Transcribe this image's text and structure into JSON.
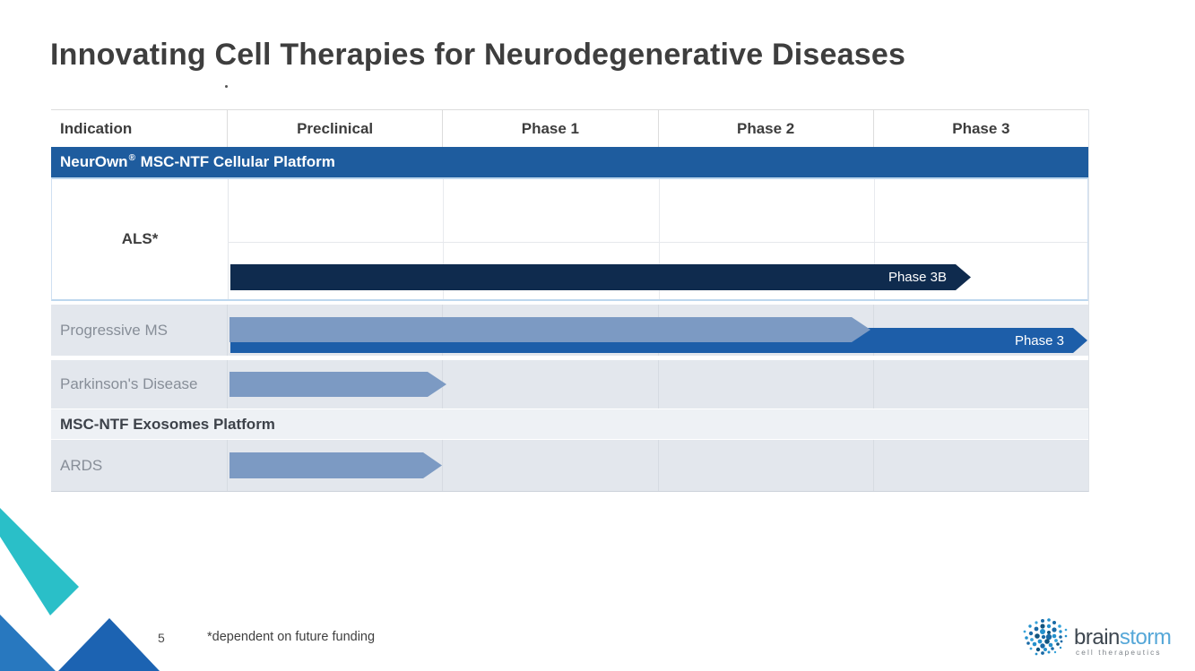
{
  "slide": {
    "title": "Innovating Cell Therapies for Neurodegenerative Diseases",
    "page_number": "5",
    "footnote": "*dependent on future funding"
  },
  "pipeline": {
    "columns": [
      "Indication",
      "Preclinical",
      "Phase 1",
      "Phase 2",
      "Phase 3"
    ],
    "platform_cellular": {
      "prefix": "NeurOwn",
      "reg": "®",
      "suffix": " MSC-NTF Cellular Platform"
    },
    "rows": {
      "als": {
        "label": "ALS*"
      },
      "progressive_ms": {
        "label": "Progressive MS"
      },
      "parkinsons": {
        "label": "Parkinson's Disease"
      },
      "platform_exosomes": {
        "label": "MSC-NTF Exosomes Platform"
      },
      "ards": {
        "label": "ARDS"
      }
    },
    "arrows": {
      "als_phase3b": {
        "label": "Phase 3B",
        "end_units": 3.45,
        "color": "#0f2b4e"
      },
      "als_phase3": {
        "label": "Phase 3",
        "end_units": 3.99,
        "color": "#1d5ea9"
      },
      "progressive_ms": {
        "end_units": 2.99,
        "color": "#7c9ac3"
      },
      "parkinsons": {
        "end_units": 1.02,
        "color": "#7c9ac3"
      },
      "ards": {
        "end_units": 1.0,
        "color": "#7c9ac3"
      }
    }
  },
  "logo": {
    "brand_part1": "brain",
    "brand_part2": "storm",
    "tagline": "cell therapeutics"
  },
  "colors": {
    "platform_band": "#1e5c9e",
    "dark_arrow": "#0f2b4e",
    "blue_arrow": "#1d5ea9",
    "steel_arrow": "#7c9ac3",
    "row_bg": "#e3e7ed",
    "exosomes_band_bg": "#eef1f5",
    "teal_accent": "#2abfc8",
    "corner_blue": "#2878bf",
    "triangle_blue": "#1c63b2",
    "title_text": "#3e3e3e",
    "row_label_text": "#878e98"
  }
}
